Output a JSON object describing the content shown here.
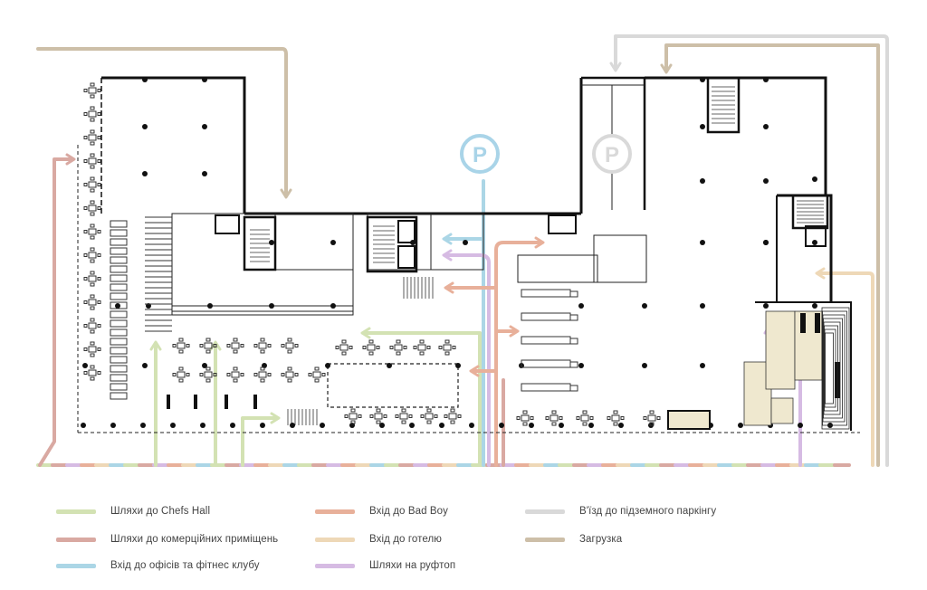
{
  "colors": {
    "chefs_hall": "#d3e2b3",
    "commercial": "#d9a9a2",
    "offices_fitness": "#abd6e6",
    "bad_boy": "#e8b09a",
    "hotel": "#eed8b7",
    "rooftop": "#d6bbe3",
    "parking": "#d9d9d9",
    "loading": "#cdbfa8",
    "wall": "#111111",
    "column": "#111111",
    "parking_sign_blue": "#a9d4e8",
    "parking_sign_gray": "#d9d9d9"
  },
  "parking_signs": {
    "label": "P"
  },
  "legend": [
    {
      "id": "chefs_hall",
      "label": "Шляхи до Chefs Hall",
      "color_key": "chefs_hall"
    },
    {
      "id": "commercial",
      "label": "Шляхи до комерційних приміщень",
      "color_key": "commercial"
    },
    {
      "id": "offices_fitness",
      "label": "Вхід до офісів та фітнес клубу",
      "color_key": "offices_fitness"
    },
    {
      "id": "bad_boy",
      "label": "Вхід до Bad Boy",
      "color_key": "bad_boy"
    },
    {
      "id": "hotel",
      "label": "Вхід до готелю",
      "color_key": "hotel"
    },
    {
      "id": "rooftop",
      "label": "Шляхи на руфтоп",
      "color_key": "rooftop"
    },
    {
      "id": "parking",
      "label": "В'їзд до підземного паркінгу",
      "color_key": "parking"
    },
    {
      "id": "loading",
      "label": "Загрузка",
      "color_key": "loading"
    }
  ]
}
